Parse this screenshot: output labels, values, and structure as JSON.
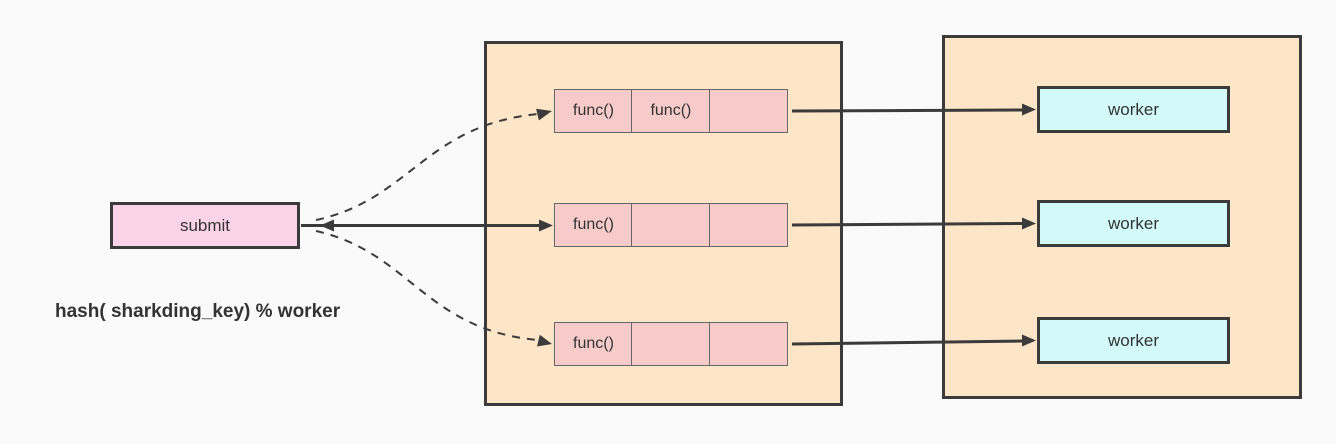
{
  "diagram": {
    "title_hint": "task sharding flow",
    "background_color": "#fafafa",
    "stroke_color": "#3b3b3b",
    "colors": {
      "container_fill": "#fde5c7",
      "submit_fill": "#fbd3e8",
      "queue_cell_fill": "#f8cbcb",
      "worker_fill": "#d2faf8",
      "text": "#333333"
    },
    "submit_box": {
      "label": "submit"
    },
    "hash_formula": "hash( sharkding_key) % worker",
    "queues": [
      {
        "cells": [
          "func()",
          "func()",
          ""
        ]
      },
      {
        "cells": [
          "func()",
          "",
          ""
        ]
      },
      {
        "cells": [
          "func()",
          "",
          ""
        ]
      }
    ],
    "workers": [
      "worker",
      "worker",
      "worker"
    ],
    "edges": [
      {
        "from": "submit",
        "to": "queue-1",
        "style": "dashed-curve"
      },
      {
        "from": "submit",
        "to": "queue-2",
        "style": "solid-double-headed"
      },
      {
        "from": "submit",
        "to": "queue-3",
        "style": "dashed-curve"
      },
      {
        "from": "queue-1",
        "to": "worker-1",
        "style": "solid"
      },
      {
        "from": "queue-2",
        "to": "worker-2",
        "style": "solid"
      },
      {
        "from": "queue-3",
        "to": "worker-3",
        "style": "solid"
      }
    ]
  }
}
